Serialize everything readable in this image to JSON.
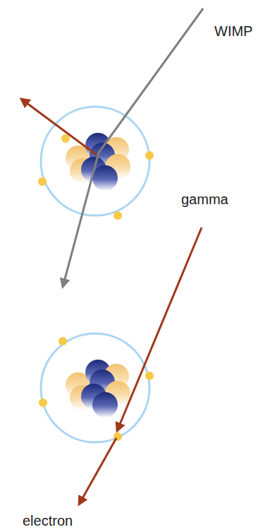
{
  "diagram": {
    "labels": [
      "WIMP",
      "gamma",
      "electron"
    ]
  }
}
